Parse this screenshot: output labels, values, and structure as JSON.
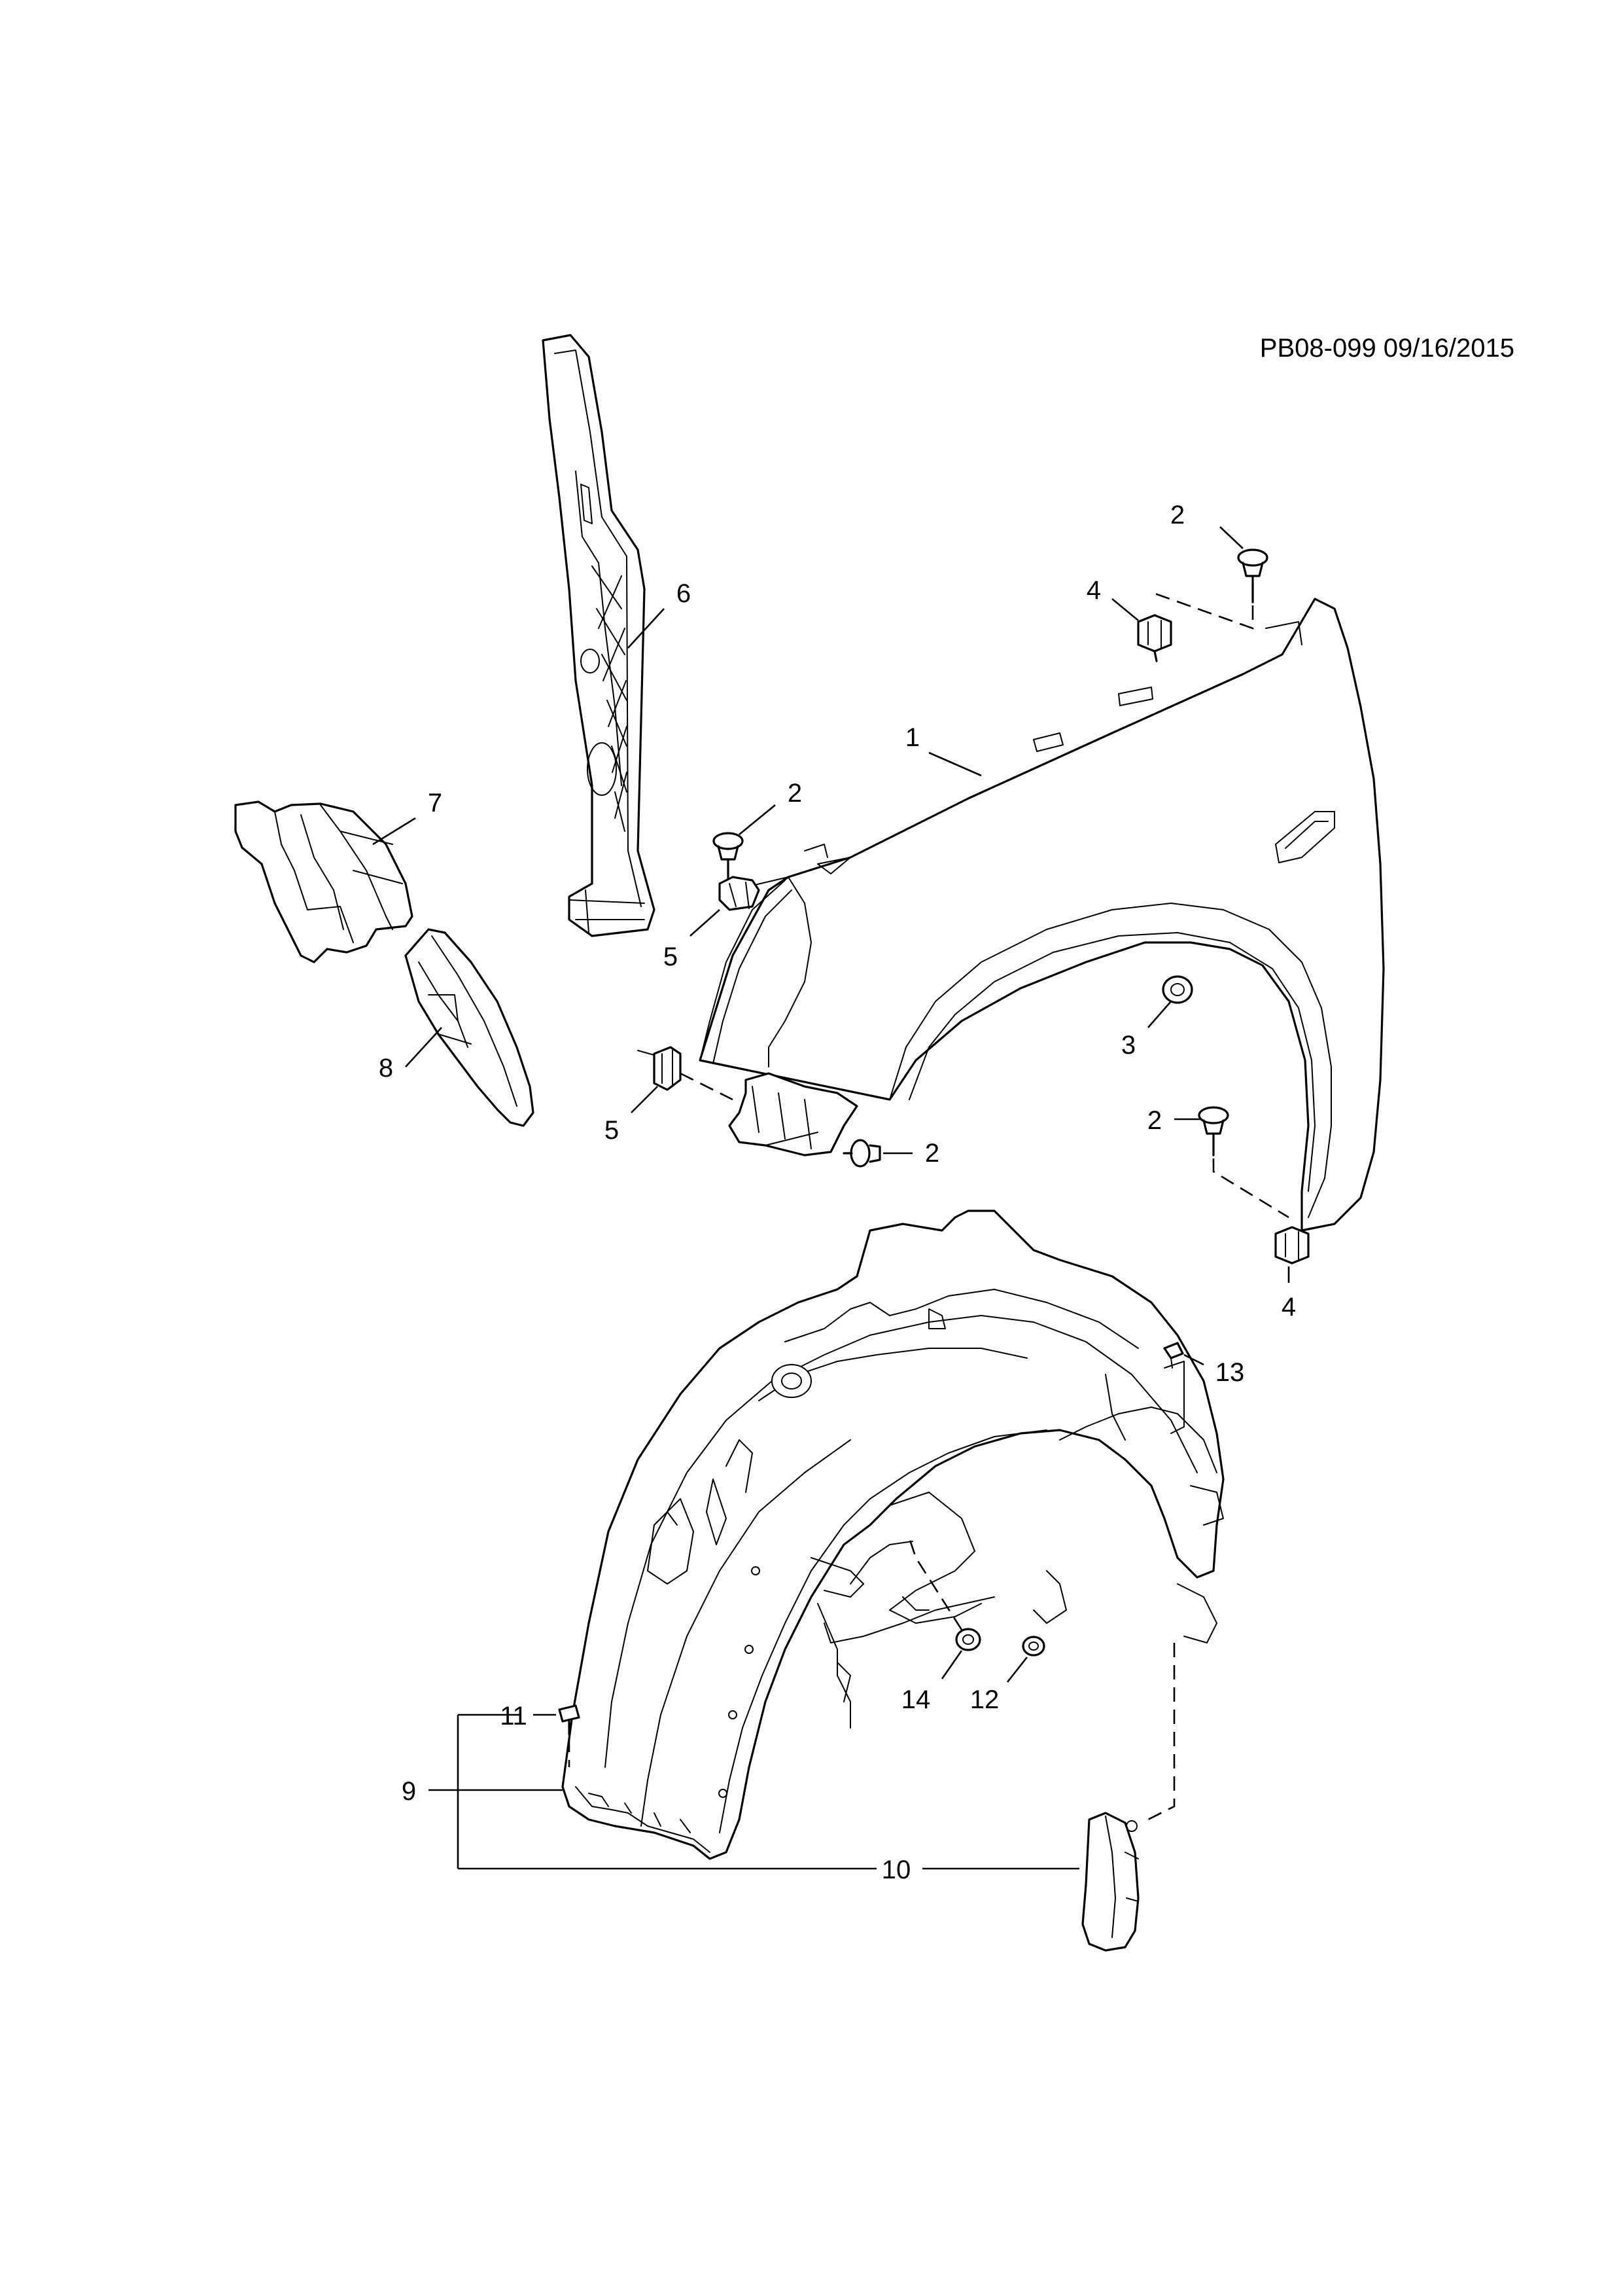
{
  "header": {
    "drawing_code": "PB08-099 09/16/2015"
  },
  "callouts": {
    "c1": "1",
    "c2a": "2",
    "c2b": "2",
    "c2c": "2",
    "c2d": "2",
    "c3": "3",
    "c4a": "4",
    "c4b": "4",
    "c5a": "5",
    "c5b": "5",
    "c6": "6",
    "c7": "7",
    "c8": "8",
    "c9": "9",
    "c10": "10",
    "c11": "11",
    "c12": "12",
    "c13": "13",
    "c14": "14"
  }
}
